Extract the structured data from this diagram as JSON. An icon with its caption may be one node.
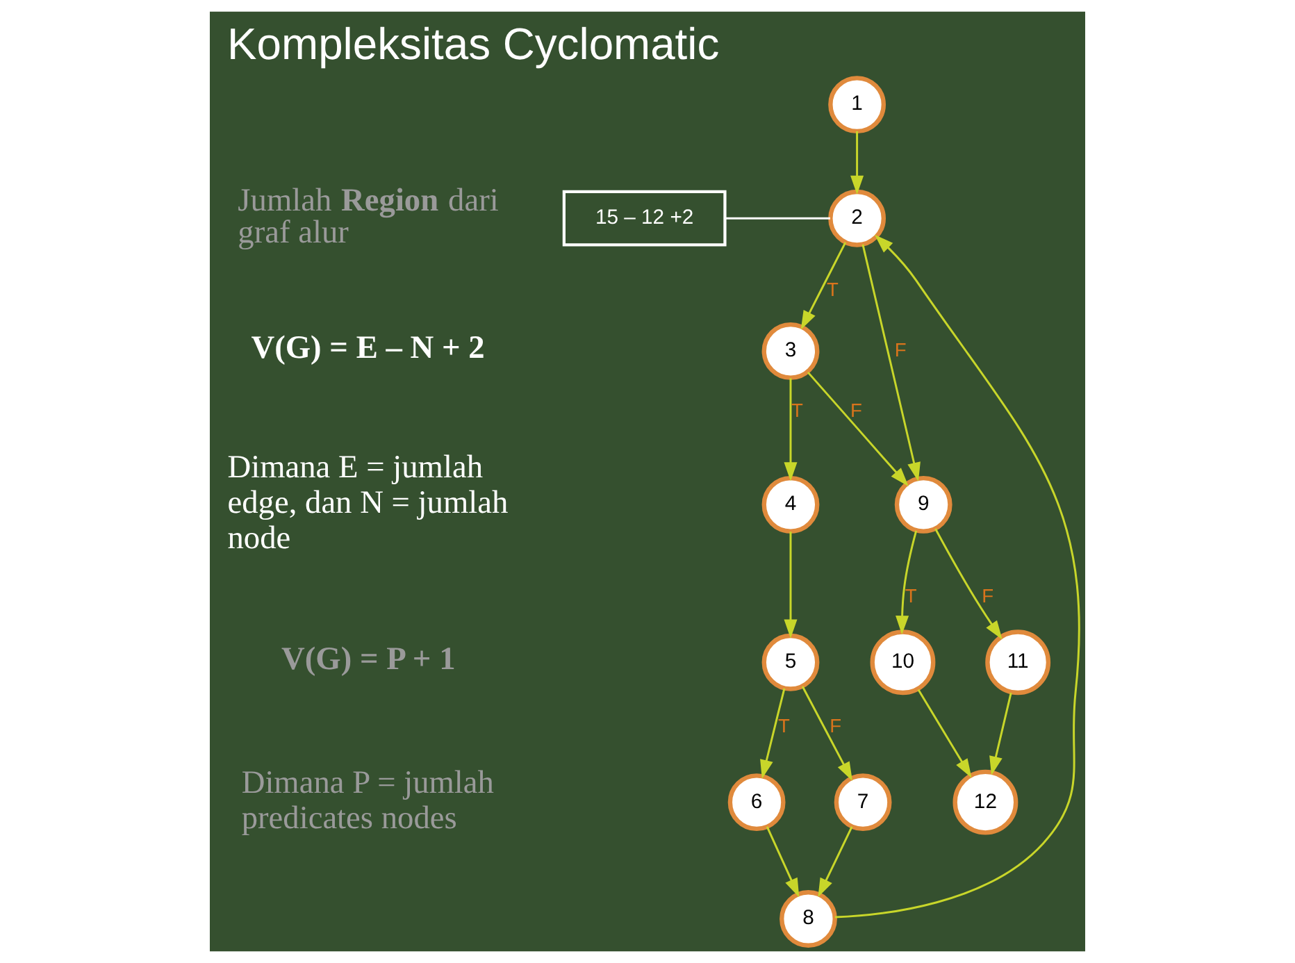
{
  "diagram": {
    "title": "Kompleksitas Cyclomatic",
    "nodes": [
      {
        "text": [
          "1"
        ]
      },
      {
        "text": [
          "2"
        ]
      },
      {
        "text": [
          "3"
        ]
      },
      {
        "text": [
          "4"
        ]
      },
      {
        "text": [
          "5"
        ]
      },
      {
        "text": [
          "6"
        ]
      },
      {
        "text": [
          "7"
        ]
      },
      {
        "text": [
          "8"
        ]
      },
      {
        "text": [
          "9"
        ]
      },
      {
        "text": [
          "10"
        ]
      },
      {
        "text": [
          "11"
        ]
      },
      {
        "text": [
          "12"
        ]
      },
      {
        "text": [
          "15 – 12 +2"
        ]
      }
    ],
    "edges": [
      {
        "from": 0,
        "to": 1,
        "arrow": "to"
      },
      {
        "from": 1,
        "to": 8,
        "arrow": "to",
        "label": "F"
      },
      {
        "from": 1,
        "to": 2,
        "arrow": "to",
        "label": "T"
      },
      {
        "from": 2,
        "to": 8,
        "arrow": "to",
        "label": "F"
      },
      {
        "from": 2,
        "to": 3,
        "arrow": "to",
        "label": "T"
      },
      {
        "from": 3,
        "to": 4,
        "arrow": "to"
      },
      {
        "from": 4,
        "to": 5,
        "arrow": "to",
        "label": "T"
      },
      {
        "from": 4,
        "to": 6,
        "arrow": "to",
        "label": "F"
      },
      {
        "from": 5,
        "to": 7,
        "arrow": "to"
      },
      {
        "from": 6,
        "to": 7,
        "arrow": "to"
      },
      {
        "from": 7,
        "to": 1,
        "arrow": "to"
      },
      {
        "from": 8,
        "to": 9,
        "arrow": "to",
        "label": "T"
      },
      {
        "from": 8,
        "to": 10,
        "arrow": "to",
        "label": "F"
      },
      {
        "from": 9,
        "to": 11,
        "arrow": "to"
      },
      {
        "from": 10,
        "to": 11,
        "arrow": "to"
      },
      {
        "from": 12,
        "to": 1,
        "arrow": "none",
        "color": "#ffffff"
      }
    ],
    "labels": [
      "Jumlah **Region** dari graf alur",
      "V(G) = E – N + 2",
      "Dimana E = jumlah edge, dan N = jumlah node",
      "V(G) = P + 1",
      "Dimana P = jumlah predicates nodes"
    ]
  }
}
